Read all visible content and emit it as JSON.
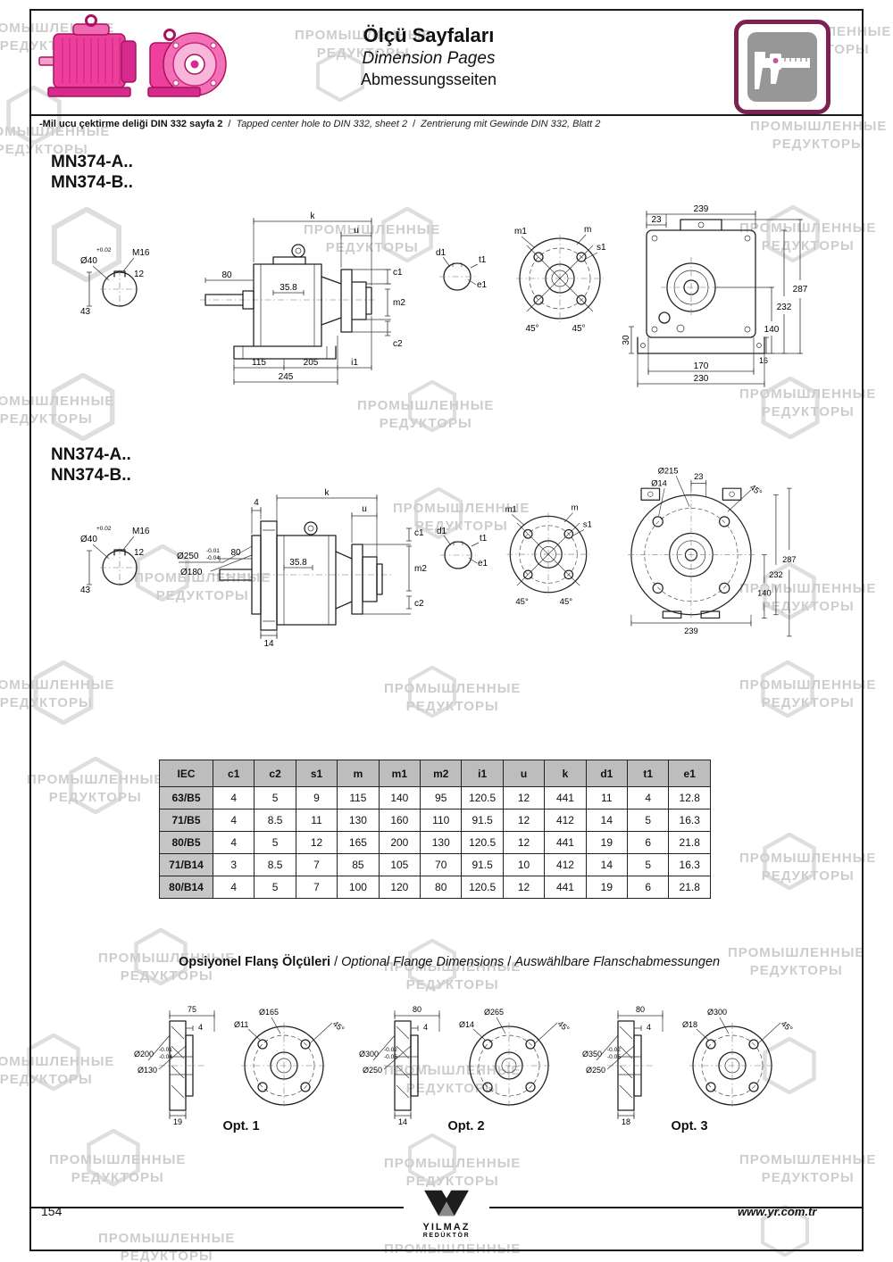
{
  "wm": {
    "l1": "ПРОМЫШЛЕННЫЕ",
    "l2": "РЕДУКТОРЫ"
  },
  "header": {
    "title_tr": "Ölçü Sayfaları",
    "title_en": "Dimension Pages",
    "title_de": "Abmessungsseiten",
    "note_tr": "-Mil ucu çektirme deliği DIN 332 sayfa 2",
    "sep": "/",
    "note_en": "Tapped center hole to DIN 332, sheet 2",
    "note_de": "Zentrierung mit Gewinde DIN 332, Blatt 2"
  },
  "mn": {
    "t1": "MN374-A..",
    "t2": "MN374-B..",
    "shaft": [
      "+0.02",
      "Ø40",
      "M16",
      "12",
      "43"
    ],
    "side": [
      "k",
      "u",
      "80",
      "35.8",
      "c1",
      "m2",
      "c2",
      "115",
      "205",
      "i1",
      "245"
    ],
    "flange": [
      "m1",
      "m",
      "s1",
      "45°",
      "45°"
    ],
    "small": [
      "d1",
      "t1",
      "e1"
    ],
    "front": [
      "239",
      "23",
      "287",
      "232",
      "140",
      "30",
      "16",
      "170",
      "230"
    ]
  },
  "nn": {
    "t1": "NN374-A..",
    "t2": "NN374-B..",
    "shaft": [
      "+0.02",
      "Ø40",
      "M16",
      "12",
      "43"
    ],
    "side": [
      "4",
      "k",
      "u",
      "80",
      "35.8",
      "c1",
      "m2",
      "c2",
      "Ø250",
      "-0.01",
      "-0.04",
      "Ø180",
      "14"
    ],
    "flange": [
      "m1",
      "m",
      "s1",
      "45°",
      "45°"
    ],
    "small": [
      "d1",
      "t1",
      "e1"
    ],
    "front": [
      "Ø215",
      "Ø14",
      "23",
      "45°",
      "287",
      "232",
      "140",
      "239"
    ]
  },
  "table": {
    "headers": [
      "IEC",
      "c1",
      "c2",
      "s1",
      "m",
      "m1",
      "m2",
      "i1",
      "u",
      "k",
      "d1",
      "t1",
      "e1"
    ],
    "rows": [
      [
        "63/B5",
        "4",
        "5",
        "9",
        "115",
        "140",
        "95",
        "120.5",
        "12",
        "441",
        "11",
        "4",
        "12.8"
      ],
      [
        "71/B5",
        "4",
        "8.5",
        "11",
        "130",
        "160",
        "110",
        "91.5",
        "12",
        "412",
        "14",
        "5",
        "16.3"
      ],
      [
        "80/B5",
        "4",
        "5",
        "12",
        "165",
        "200",
        "130",
        "120.5",
        "12",
        "441",
        "19",
        "6",
        "21.8"
      ],
      [
        "71/B14",
        "3",
        "8.5",
        "7",
        "85",
        "105",
        "70",
        "91.5",
        "10",
        "412",
        "14",
        "5",
        "16.3"
      ],
      [
        "80/B14",
        "4",
        "5",
        "7",
        "100",
        "120",
        "80",
        "120.5",
        "12",
        "441",
        "19",
        "6",
        "21.8"
      ]
    ]
  },
  "flange_sec": {
    "title_tr": "Opsiyonel Flanş Ölçüleri",
    "sep": "/",
    "title_en": "Optional Flange Dimensions",
    "title_de": "Auswählbare Flanschabmessungen",
    "opts": [
      {
        "label": "Opt. 1",
        "a": "75",
        "b": "4",
        "bc": "Ø165",
        "hole": "Ø11",
        "ang": "45°",
        "out": "Ø200",
        "t1": "-0.01",
        "t2": "-0.04",
        "inn": "Ø130",
        "bot": "19"
      },
      {
        "label": "Opt. 2",
        "a": "80",
        "b": "4",
        "bc": "Ø265",
        "hole": "Ø14",
        "ang": "45°",
        "out": "Ø300",
        "t1": "-0.02",
        "t2": "-0.05",
        "inn": "Ø250",
        "bot": "14"
      },
      {
        "label": "Opt. 3",
        "a": "80",
        "b": "4",
        "bc": "Ø300",
        "hole": "Ø18",
        "ang": "45°",
        "out": "Ø350",
        "t1": "-0.02",
        "t2": "-0.05",
        "inn": "Ø250",
        "bot": "18"
      }
    ]
  },
  "footer": {
    "page": "154",
    "brand1": "YILMAZ",
    "brand2": "REDÜKTÖR",
    "url": "www.yr.com.tr"
  }
}
